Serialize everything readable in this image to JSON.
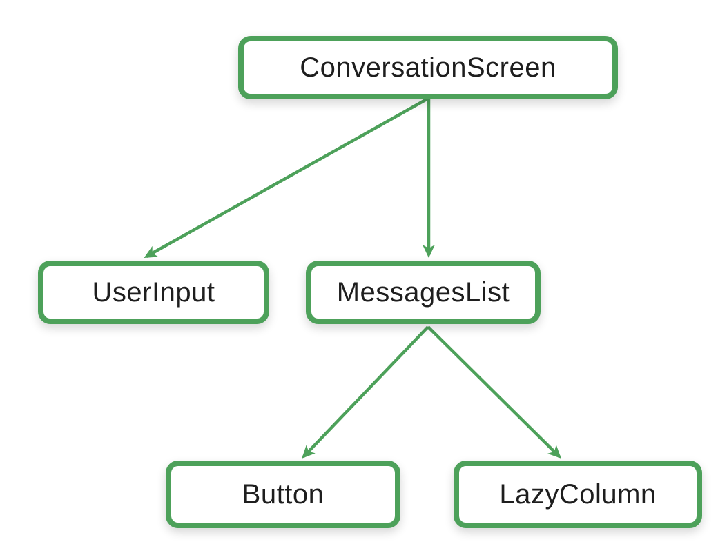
{
  "diagram": {
    "accent_color": "#4DA15A",
    "text_color": "#1E1E1E",
    "background_color": "#FFFFFF",
    "nodes": [
      {
        "id": "conversation-screen",
        "label": "ConversationScreen"
      },
      {
        "id": "user-input",
        "label": "UserInput"
      },
      {
        "id": "messages-list",
        "label": "MessagesList"
      },
      {
        "id": "button",
        "label": "Button"
      },
      {
        "id": "lazy-column",
        "label": "LazyColumn"
      }
    ],
    "edges": [
      {
        "from": "conversation-screen",
        "to": "user-input"
      },
      {
        "from": "conversation-screen",
        "to": "messages-list"
      },
      {
        "from": "messages-list",
        "to": "button"
      },
      {
        "from": "messages-list",
        "to": "lazy-column"
      }
    ]
  }
}
